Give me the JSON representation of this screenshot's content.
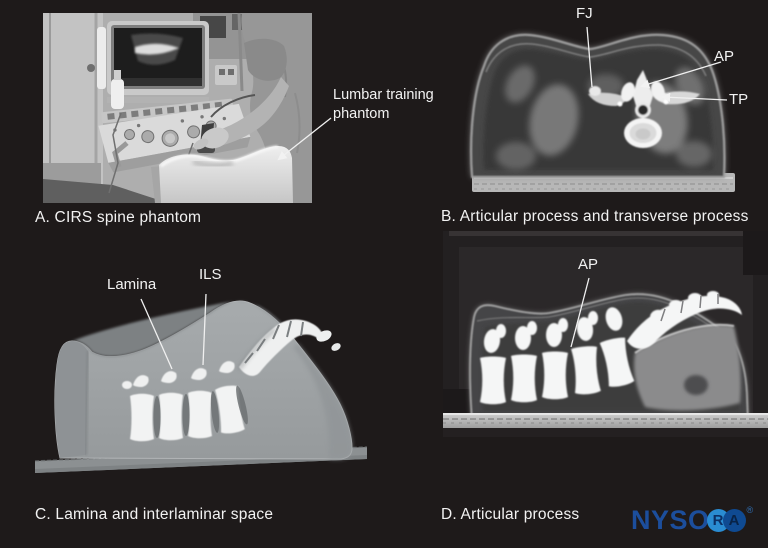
{
  "page": {
    "background_color": "#1e1a1a",
    "annotation_color": "#f2f2f2"
  },
  "panel_a": {
    "caption": "A. CIRS spine phantom",
    "annotation": "Lumbar training phantom"
  },
  "panel_b": {
    "caption": "B. Articular process and transverse process",
    "labels": {
      "fj": "FJ",
      "ap": "AP",
      "tp": "TP"
    }
  },
  "panel_c": {
    "caption": "C. Lamina and interlaminar space",
    "labels": {
      "lamina": "Lamina",
      "ils": "ILS"
    }
  },
  "panel_d": {
    "caption": "D. Articular process",
    "labels": {
      "ap": "AP"
    }
  },
  "logo": {
    "word_start": "NYSO",
    "letter_r": "R",
    "letter_a": "A",
    "registered_mark": "®",
    "color_word": "#1c4e9c",
    "color_circle_r": "#2a8cd2",
    "color_circle_a": "#0f4a92"
  }
}
